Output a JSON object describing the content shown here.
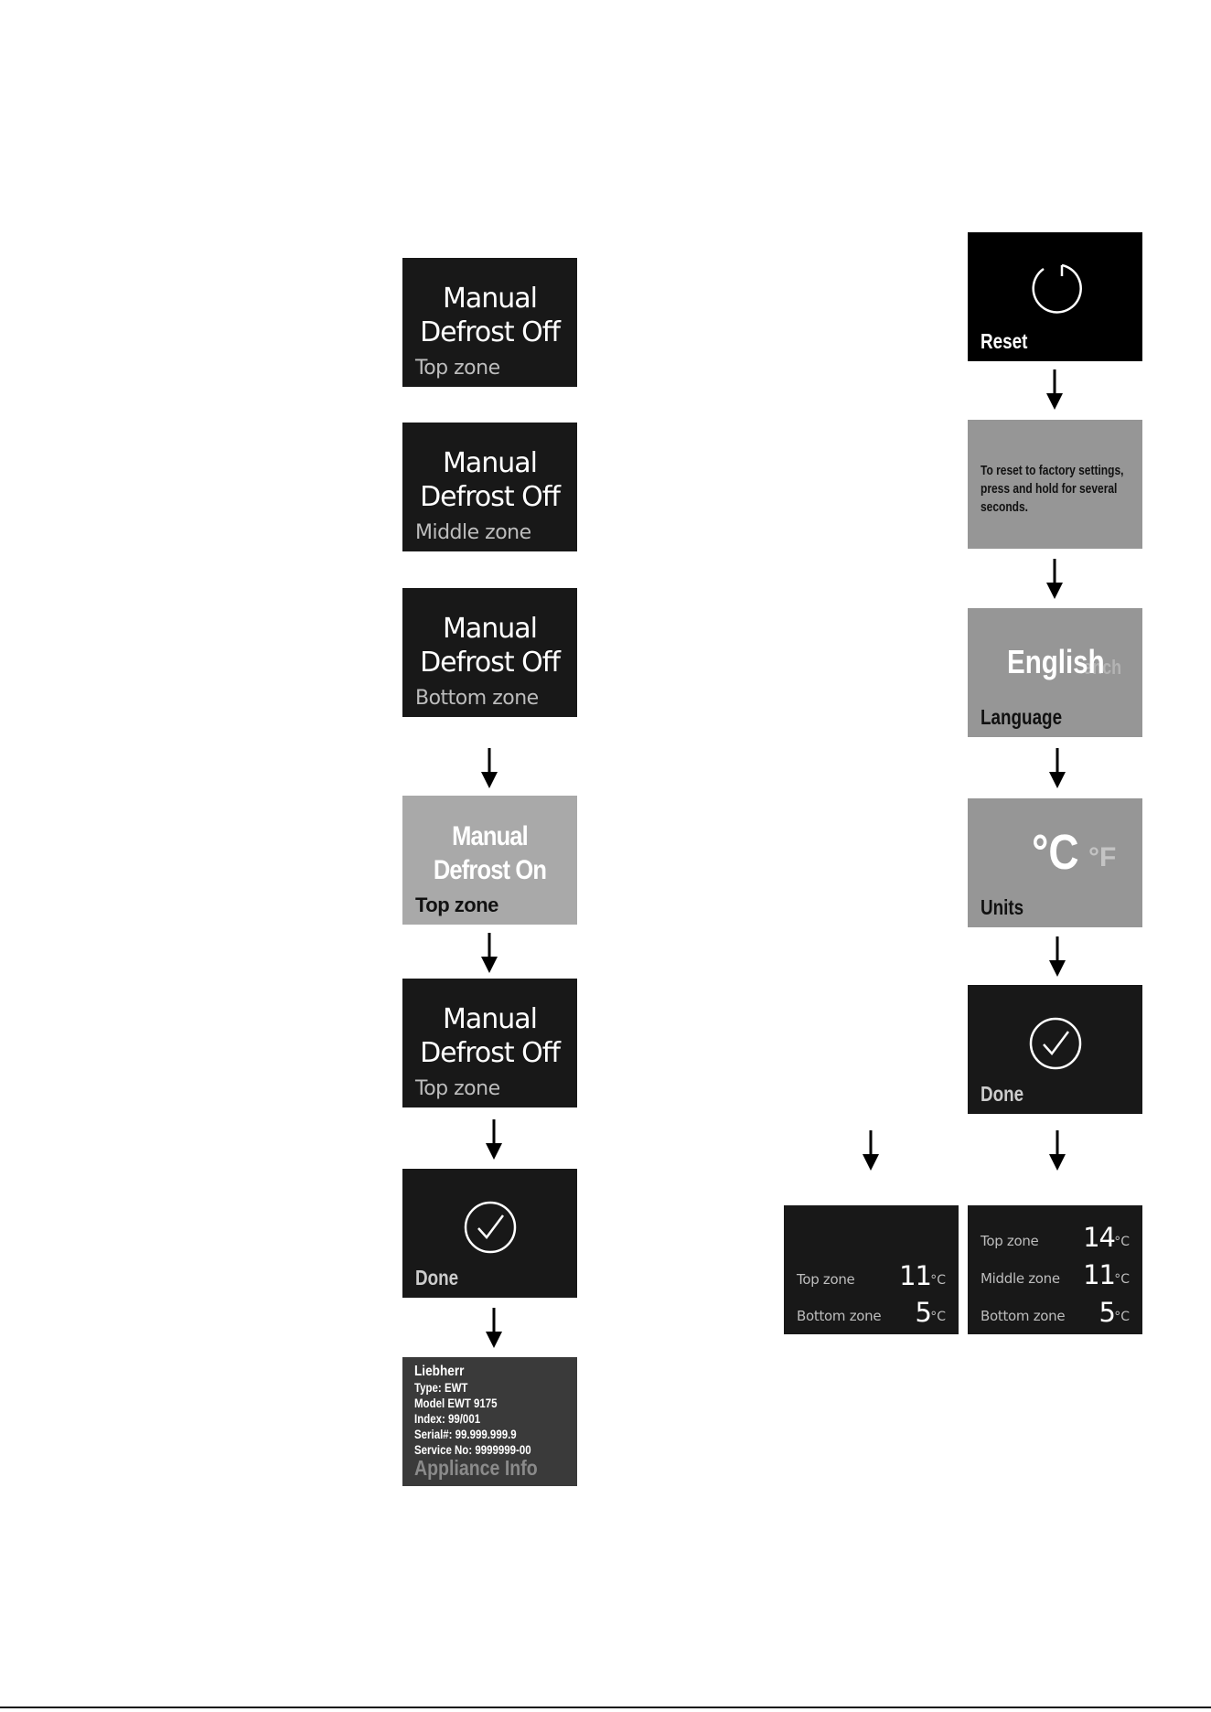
{
  "left_column": {
    "defrost_top_off": {
      "line1": "Manual",
      "line2": "Defrost Off",
      "zone": "Top zone"
    },
    "defrost_middle_off": {
      "line1": "Manual",
      "line2": "Defrost Off",
      "zone": "Middle zone"
    },
    "defrost_bottom_off": {
      "line1": "Manual",
      "line2": "Defrost Off",
      "zone": "Bottom zone"
    },
    "defrost_top_on": {
      "line1": "Manual",
      "line2": "Defrost On",
      "zone": "Top zone"
    },
    "defrost_top_off_2": {
      "line1": "Manual",
      "line2": "Defrost Off",
      "zone": "Top zone"
    },
    "done": {
      "label": "Done"
    },
    "appliance_info": {
      "lines": [
        "Liebherr",
        "Type: EWT",
        "Model EWT 9175",
        "Index: 99/001",
        "Serial#: 99.999.999.9",
        "Service No: 9999999-00"
      ],
      "label": "Appliance Info"
    }
  },
  "right_column": {
    "reset": {
      "label": "Reset"
    },
    "reset_message": {
      "text": "To reset to factory settings, press and hold for several seconds."
    },
    "language": {
      "selected": "English",
      "next": "French",
      "label": "Language"
    },
    "units": {
      "selected": "°C",
      "other": "°F",
      "label": "Units"
    },
    "done": {
      "label": "Done"
    },
    "two_zone": {
      "rows": [
        {
          "zone": "Top zone",
          "value": "11",
          "unit": "°C"
        },
        {
          "zone": "Bottom zone",
          "value": "5",
          "unit": "°C"
        }
      ]
    },
    "three_zone": {
      "rows": [
        {
          "zone": "Top zone",
          "value": "14",
          "unit": "°C"
        },
        {
          "zone": "Middle zone",
          "value": "11",
          "unit": "°C"
        },
        {
          "zone": "Bottom zone",
          "value": "5",
          "unit": "°C"
        }
      ]
    }
  },
  "colors": {
    "dark_screen": "#181818",
    "black_screen": "#000000",
    "grey_screen": "#969696",
    "light_grey_screen": "#a9a9a9",
    "info_screen": "#3a3a3a"
  },
  "icons": [
    "reset-icon",
    "checkmark-circle-icon",
    "arrow-down-icon"
  ]
}
